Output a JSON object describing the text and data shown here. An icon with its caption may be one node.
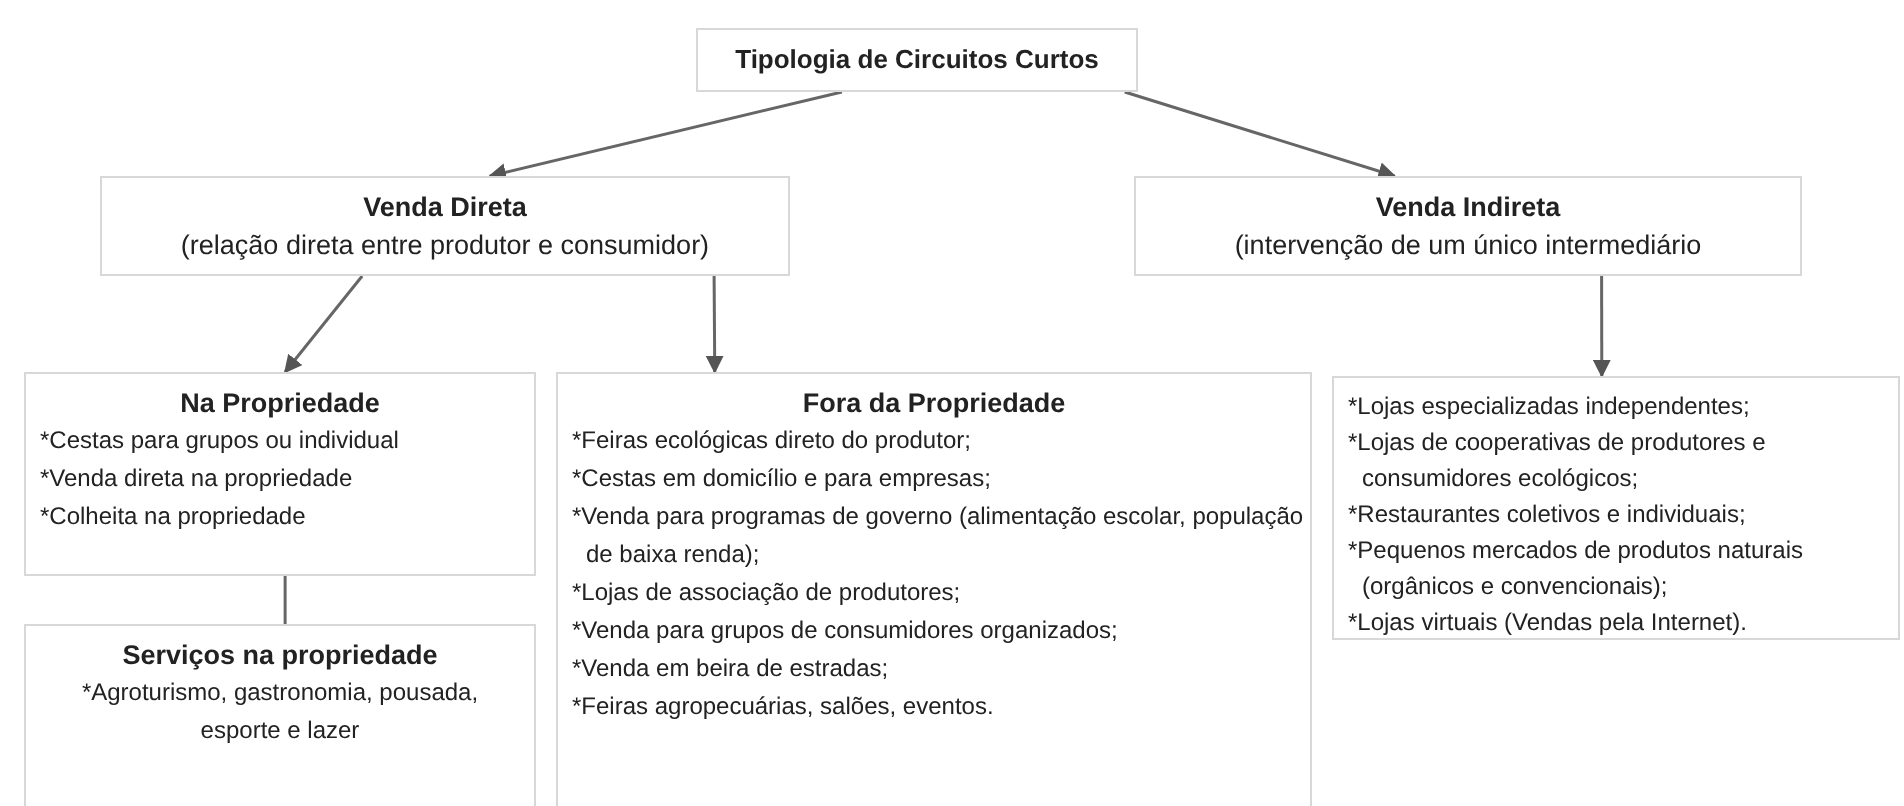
{
  "diagram": {
    "nodes": [
      {
        "text": [
          "Tipologia de Circuitos Curtos"
        ]
      },
      {
        "text": [
          "Venda Direta",
          "(relação direta entre produtor e consumidor)"
        ]
      },
      {
        "text": [
          "Venda Indireta",
          "(intervenção de um único intermediário"
        ]
      },
      {
        "text": [
          "Na Propriedade",
          "*Cestas para grupos ou individual",
          "*Venda direta na propriedade",
          "*Colheita na propriedade"
        ]
      },
      {
        "text": [
          "Fora da Propriedade",
          "*Feiras ecológicas direto do produtor;",
          "*Cestas em domicílio e para empresas;",
          "*Venda para programas de governo (alimentação escolar, população de baixa renda);",
          "*Lojas de associação de produtores;",
          "*Venda para grupos de consumidores organizados;",
          "*Venda em beira de estradas;",
          "*Feiras agropecuárias, salões, eventos."
        ]
      },
      {
        "text": [
          "*Lojas especializadas independentes;",
          "*Lojas de cooperativas de produtores e consumidores ecológicos;",
          "*Restaurantes coletivos e individuais;",
          "*Pequenos mercados de produtos naturais (orgânicos e convencionais);",
          "*Lojas virtuais (Vendas pela Internet)."
        ]
      },
      {
        "text": [
          "Serviços na propriedade",
          "*Agroturismo, gastronomia, pousada, esporte e lazer"
        ]
      }
    ],
    "edges": [
      {
        "from": 0,
        "to": 1,
        "arrow": "to"
      },
      {
        "from": 0,
        "to": 2,
        "arrow": "to"
      },
      {
        "from": 1,
        "to": 3,
        "arrow": "to"
      },
      {
        "from": 1,
        "to": 4,
        "arrow": "to"
      },
      {
        "from": 2,
        "to": 5,
        "arrow": "to"
      },
      {
        "from": 3,
        "to": 6,
        "arrow": "none"
      }
    ]
  }
}
